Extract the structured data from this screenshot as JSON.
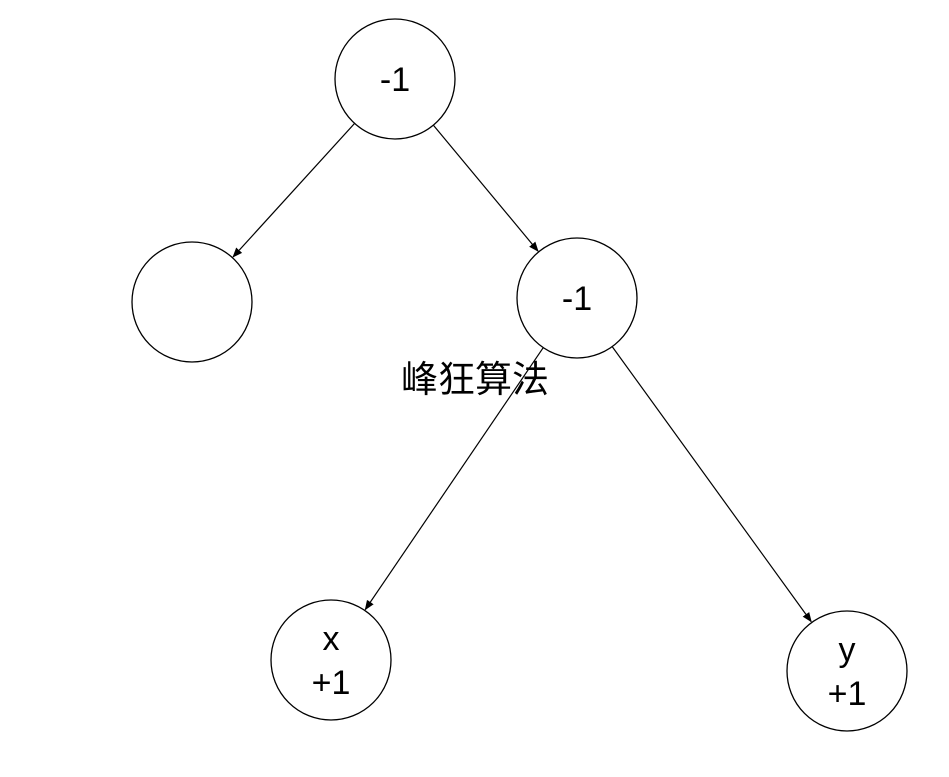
{
  "diagram": {
    "nodes": [
      {
        "id": "root",
        "lines": [
          "-1"
        ]
      },
      {
        "id": "left-child",
        "lines": []
      },
      {
        "id": "right-child",
        "lines": [
          "-1"
        ]
      },
      {
        "id": "node-x",
        "lines": [
          "x",
          "+1"
        ]
      },
      {
        "id": "node-y",
        "lines": [
          "y",
          "+1"
        ]
      }
    ],
    "edges": [
      {
        "from": "root",
        "to": "left-child"
      },
      {
        "from": "root",
        "to": "right-child"
      },
      {
        "from": "right-child",
        "to": "node-x"
      },
      {
        "from": "right-child",
        "to": "node-y"
      }
    ],
    "watermark": "峰狂算法"
  }
}
